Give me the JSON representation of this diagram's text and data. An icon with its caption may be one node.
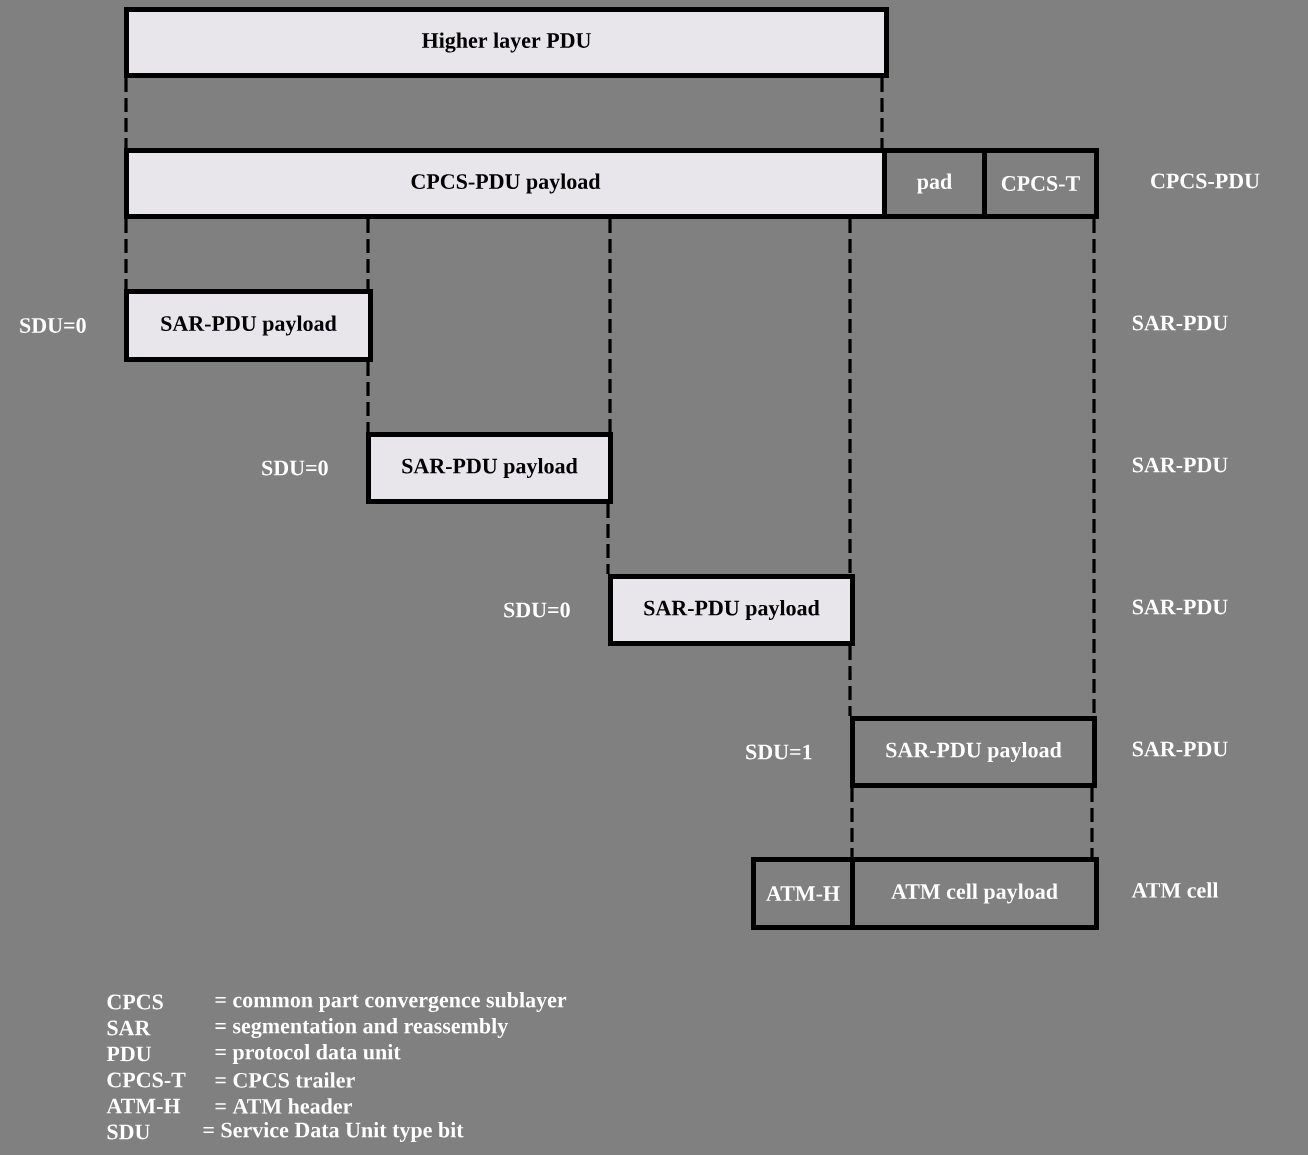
{
  "diagram": {
    "nodes": [
      {
        "text": [
          "Higher layer PDU"
        ]
      },
      {
        "text": [
          "CPCS-PDU payload"
        ]
      },
      {
        "text": [
          "pad"
        ]
      },
      {
        "text": [
          "CPCS-T"
        ]
      },
      {
        "text": [
          "SAR-PDU payload"
        ],
        "beside": [
          "SDU=0"
        ]
      },
      {
        "text": [
          "SAR-PDU payload"
        ],
        "beside": [
          "SDU=0"
        ]
      },
      {
        "text": [
          "SAR-PDU payload"
        ],
        "beside": [
          "SDU=0"
        ]
      },
      {
        "text": [
          "SAR-PDU payload"
        ],
        "beside": [
          "SDU=1"
        ]
      },
      {
        "text": [
          "ATM-H"
        ]
      },
      {
        "text": [
          "ATM cell payload"
        ]
      }
    ],
    "edges": [
      {
        "from": 0,
        "to": 1,
        "arrow": "none",
        "style": "dashed"
      },
      {
        "from": 0,
        "to": 1,
        "arrow": "none",
        "style": "dashed"
      },
      {
        "from": 1,
        "to": 4,
        "arrow": "none",
        "style": "dashed"
      },
      {
        "from": 1,
        "to": 4,
        "arrow": "none",
        "style": "dashed"
      },
      {
        "from": 4,
        "to": 5,
        "arrow": "none",
        "style": "dashed"
      },
      {
        "from": 1,
        "to": 5,
        "arrow": "none",
        "style": "dashed"
      },
      {
        "from": 5,
        "to": 6,
        "arrow": "none",
        "style": "dashed"
      },
      {
        "from": 1,
        "to": 6,
        "arrow": "none",
        "style": "dashed"
      },
      {
        "from": 6,
        "to": 7,
        "arrow": "none",
        "style": "dashed"
      },
      {
        "from": 3,
        "to": 7,
        "arrow": "none",
        "style": "dashed"
      },
      {
        "from": 7,
        "to": 9,
        "arrow": "none",
        "style": "dashed"
      },
      {
        "from": 7,
        "to": 9,
        "arrow": "none",
        "style": "dashed"
      }
    ],
    "labels": [
      "CPCS-PDU",
      "SAR-PDU",
      "SAR-PDU",
      "SAR-PDU",
      "SAR-PDU",
      "ATM cell",
      "CPCS",
      "= common part convergence sublayer",
      "SAR",
      "= segmentation and reassembly",
      "PDU",
      "= protocol data unit",
      "CPCS-T",
      "= CPCS trailer",
      "ATM-H",
      "= ATM header",
      "SDU",
      "= Service Data Unit type bit"
    ]
  }
}
